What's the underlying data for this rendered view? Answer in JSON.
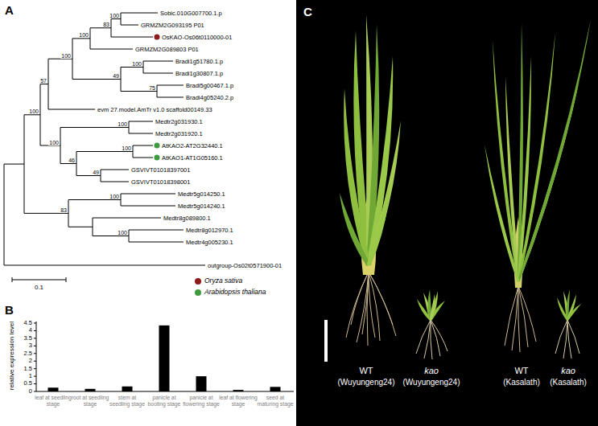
{
  "diagram": {
    "labels": [
      "A",
      "Sobic.010G007700.1.p",
      "GRMZM2G093195 P01",
      "OsKAO-Os06t0110000-01",
      "GRMZM2G089803 P01",
      "Bradi1g51780.1.p",
      "Bradi1g30807.1.p",
      "Bradi5g00467.1.p",
      "Bradi4g05240.2.p",
      "evm 27.model.AmTr v1.0 scaffold00149.33",
      "Medtr2g031930.1",
      "Medtr2g031920.1",
      "AtKAO2-AT2G32440.1",
      "AtKAO1-AT1G05160.1",
      "GSVIVT01018397001",
      "GSVIVT01018398001",
      "Medtr5g014250.1",
      "Medtr5g014240.1",
      "Medtr8g089800.1",
      "Medtr8g012970.1",
      "Medtr4g005230.1",
      "outgroup-Os02t0571900-01",
      "100",
      "83",
      "100",
      "100",
      "75",
      "49",
      "100",
      "57",
      "100",
      "100",
      "49",
      "46",
      "100",
      "100",
      "100",
      "100",
      "83",
      "0.1",
      "B",
      "relative expression level",
      "4.5",
      "4",
      "3.5",
      "3",
      "2.5",
      "2",
      "1.5",
      "1",
      "0.5",
      "0",
      "leaf at seedling stage",
      "root at seedling stage",
      "stem at seedling stage",
      "panicle at booting stage",
      "panicle at flowering stage",
      "leaf at flowering stage",
      "seed at maturing stage",
      "C",
      "WT",
      "(Wuyungeng24)",
      "kao",
      "(Wuyungeng24)",
      "WT",
      "(Kasalath)",
      "kao",
      "(Kasalath)"
    ],
    "legend": [
      {
        "text": "Oryza sativa",
        "color": "#8e1b1b"
      },
      {
        "text": "Arabidopsis thaliana",
        "color": "#3f9b3f"
      }
    ]
  }
}
